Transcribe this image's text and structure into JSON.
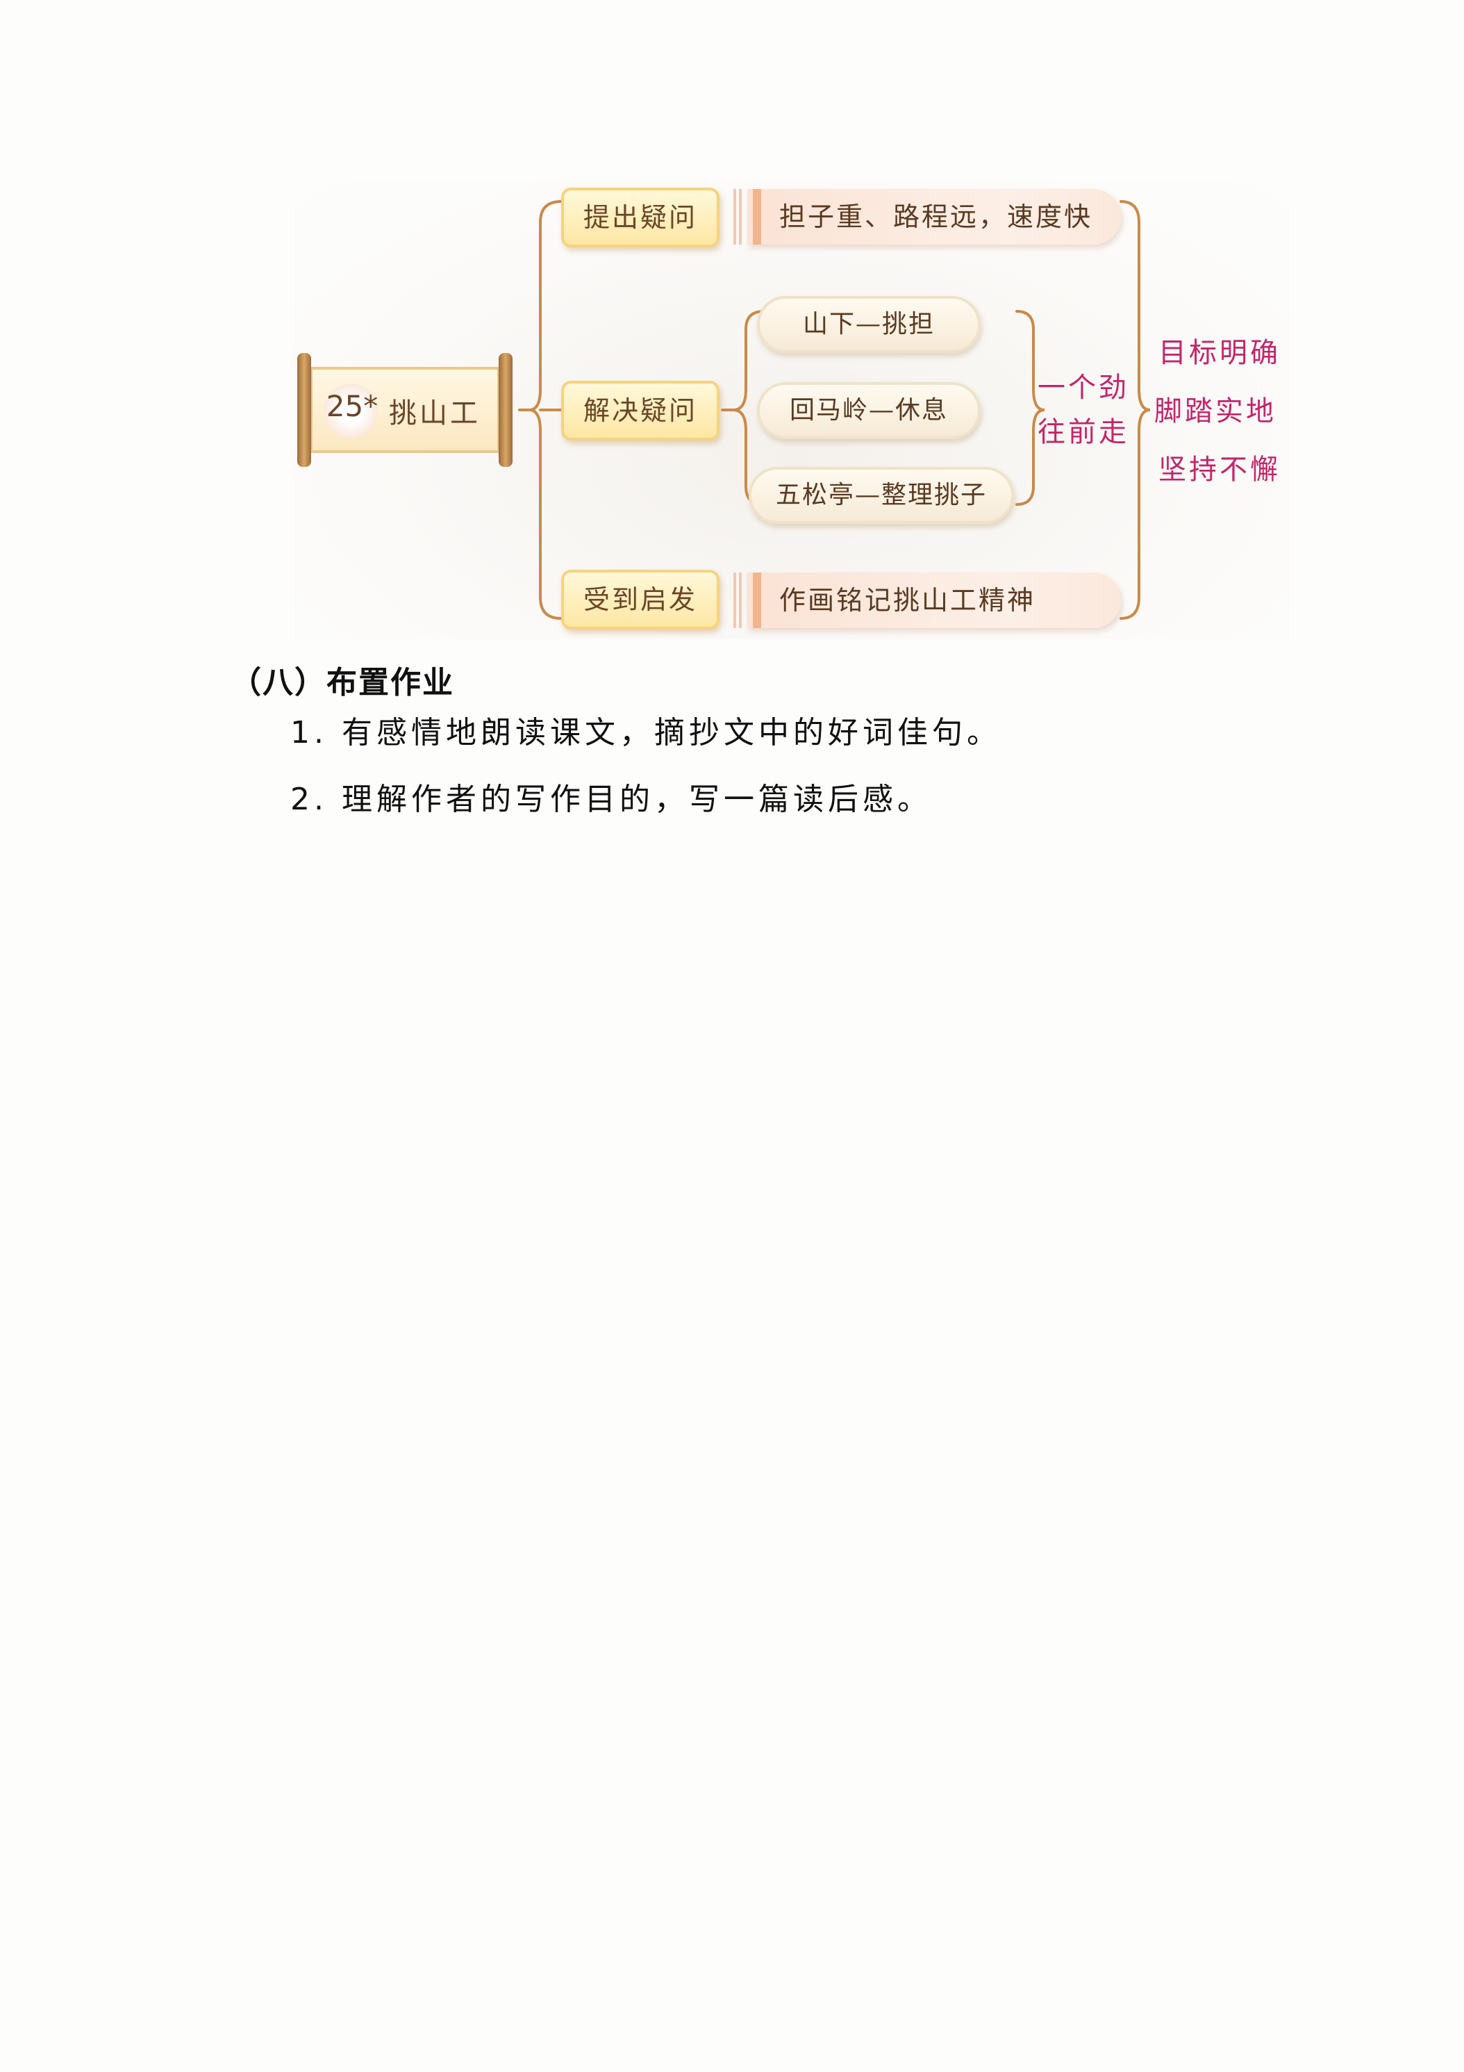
{
  "mindmap": {
    "lesson_number": "25*",
    "lesson_title": "挑山工",
    "branches": [
      {
        "label": "提出疑问",
        "detail": "担子重、路程远，速度快"
      },
      {
        "label": "解决疑问",
        "steps": [
          "山下—挑担",
          "回马岭—休息",
          "五松亭—整理挑子"
        ]
      },
      {
        "label": "受到启发",
        "detail": "作画铭记挑山工精神"
      }
    ],
    "middle_summary": [
      "一个劲",
      "往前走"
    ],
    "final_summary": [
      "目标明确",
      "脚踏实地",
      "坚持不懈"
    ],
    "colors": {
      "accent_pink": "#c2266a",
      "line_brown": "#c98a4a"
    }
  },
  "homework": {
    "heading": "（八）布置作业",
    "items": [
      "1. 有感情地朗读课文，摘抄文中的好词佳句。",
      "2. 理解作者的写作目的，写一篇读后感。"
    ]
  }
}
